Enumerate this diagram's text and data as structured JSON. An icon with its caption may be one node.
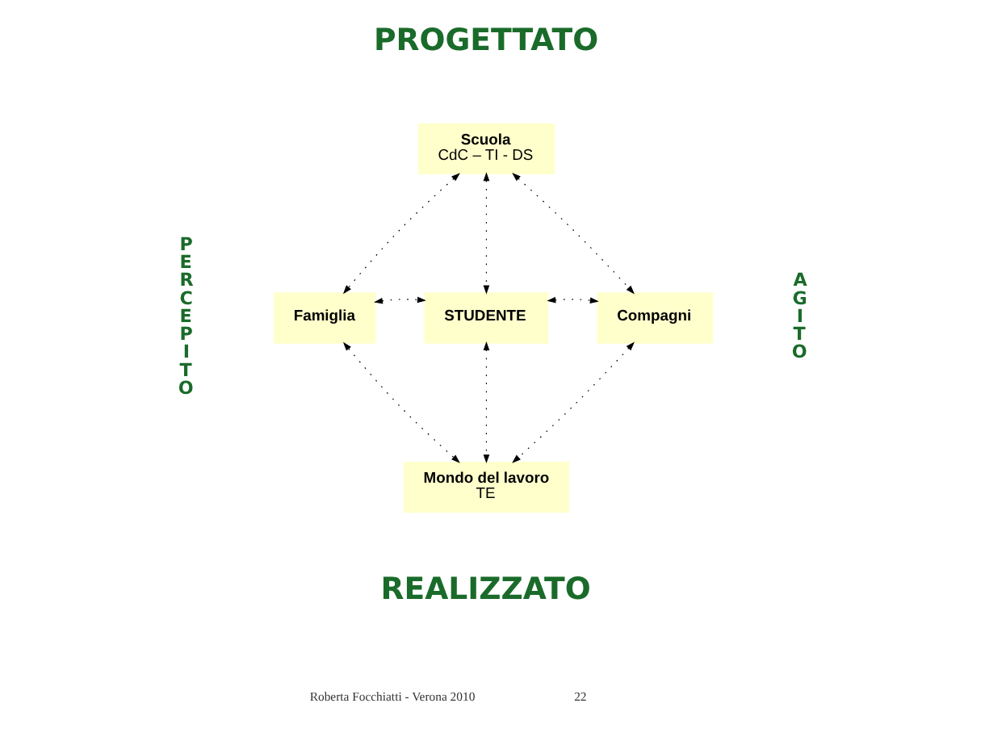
{
  "diagram": {
    "nodes": [
      {
        "text": [
          "Scuola",
          "CdC – TI - DS"
        ]
      },
      {
        "text": [
          "Famiglia"
        ]
      },
      {
        "text": [
          "STUDENTE"
        ]
      },
      {
        "text": [
          "Compagni"
        ]
      },
      {
        "text": [
          "Mondo del lavoro",
          "TE"
        ]
      }
    ],
    "edges": [
      {
        "from": 0,
        "to": 1,
        "arrow": "both"
      },
      {
        "from": 0,
        "to": 2,
        "arrow": "both"
      },
      {
        "from": 0,
        "to": 3,
        "arrow": "both"
      },
      {
        "from": 1,
        "to": 2,
        "arrow": "both"
      },
      {
        "from": 2,
        "to": 3,
        "arrow": "both"
      },
      {
        "from": 2,
        "to": 4,
        "arrow": "both"
      },
      {
        "from": 1,
        "to": 4,
        "arrow": "both"
      },
      {
        "from": 3,
        "to": 4,
        "arrow": "both"
      }
    ],
    "labels": [
      "PROGETTATO",
      "PERCEPITO",
      "AGITO",
      "REALIZZATO",
      "Roberta Focchiatti - Verona 2010",
      "22"
    ]
  }
}
